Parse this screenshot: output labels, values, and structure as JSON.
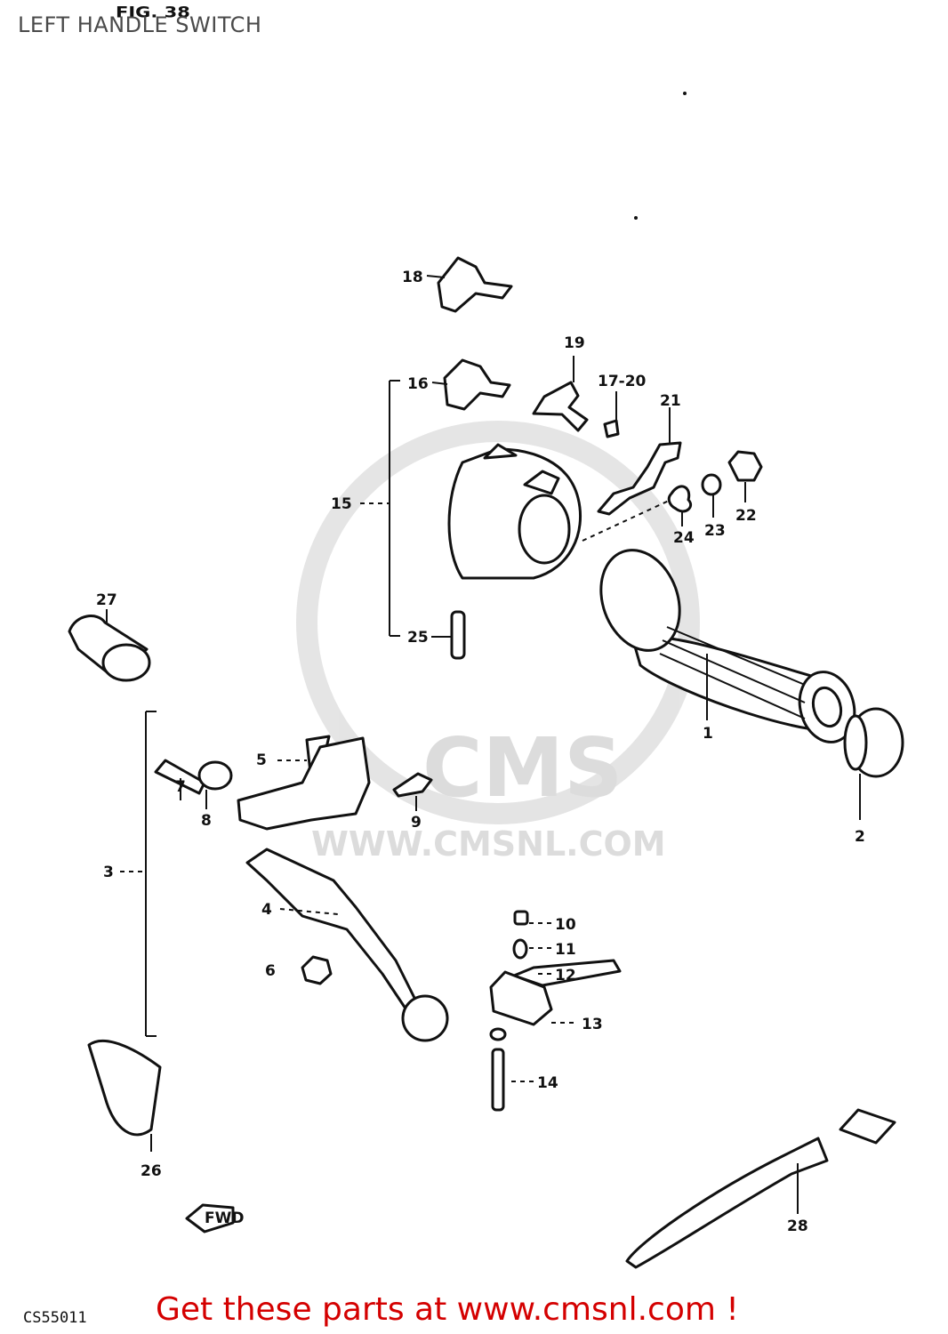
{
  "header": {
    "title": "LEFT HANDLE SWITCH",
    "figure_label": "FIG. 38"
  },
  "watermark": {
    "brand": "CMS",
    "url": "WWW.CMSNL.COM"
  },
  "diagram": {
    "callouts": {
      "p1": "1",
      "p2": "2",
      "p3": "3",
      "p4": "4",
      "p5": "5",
      "p6": "6",
      "p7": "7",
      "p8": "8",
      "p9": "9",
      "p10": "10",
      "p11": "11",
      "p12": "12",
      "p13": "13",
      "p14": "14",
      "p15": "15",
      "p16": "16",
      "p17_20": "17-20",
      "p18": "18",
      "p19": "19",
      "p21": "21",
      "p22": "22",
      "p23": "23",
      "p24": "24",
      "p25": "25",
      "p26": "26",
      "p27": "27",
      "p28": "28"
    },
    "fwd_label": "FWD",
    "drawing_code": "CS55011"
  },
  "footer": {
    "cta": "Get these parts at www.cmsnl.com !"
  }
}
